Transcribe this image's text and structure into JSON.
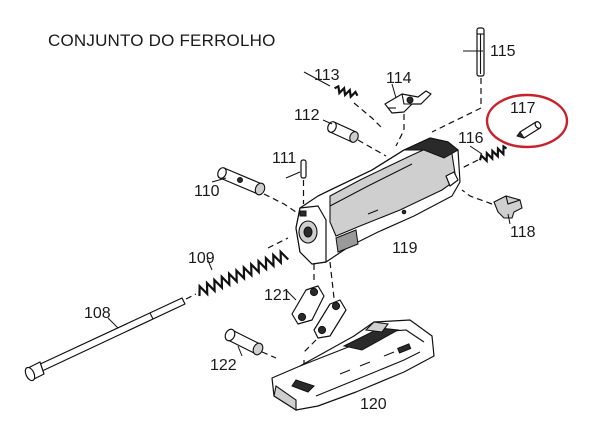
{
  "title": "CONJUNTO DO FERROLHO",
  "parts": {
    "p108": "108",
    "p109": "109",
    "p110": "110",
    "p111": "111",
    "p112": "112",
    "p113": "113",
    "p114": "114",
    "p115": "115",
    "p116": "116",
    "p117": "117",
    "p118": "118",
    "p119": "119",
    "p120": "120",
    "p121": "121",
    "p122": "122"
  },
  "highlighted_part": "117",
  "colors": {
    "highlight": "#c8212b",
    "ink": "#111111"
  }
}
